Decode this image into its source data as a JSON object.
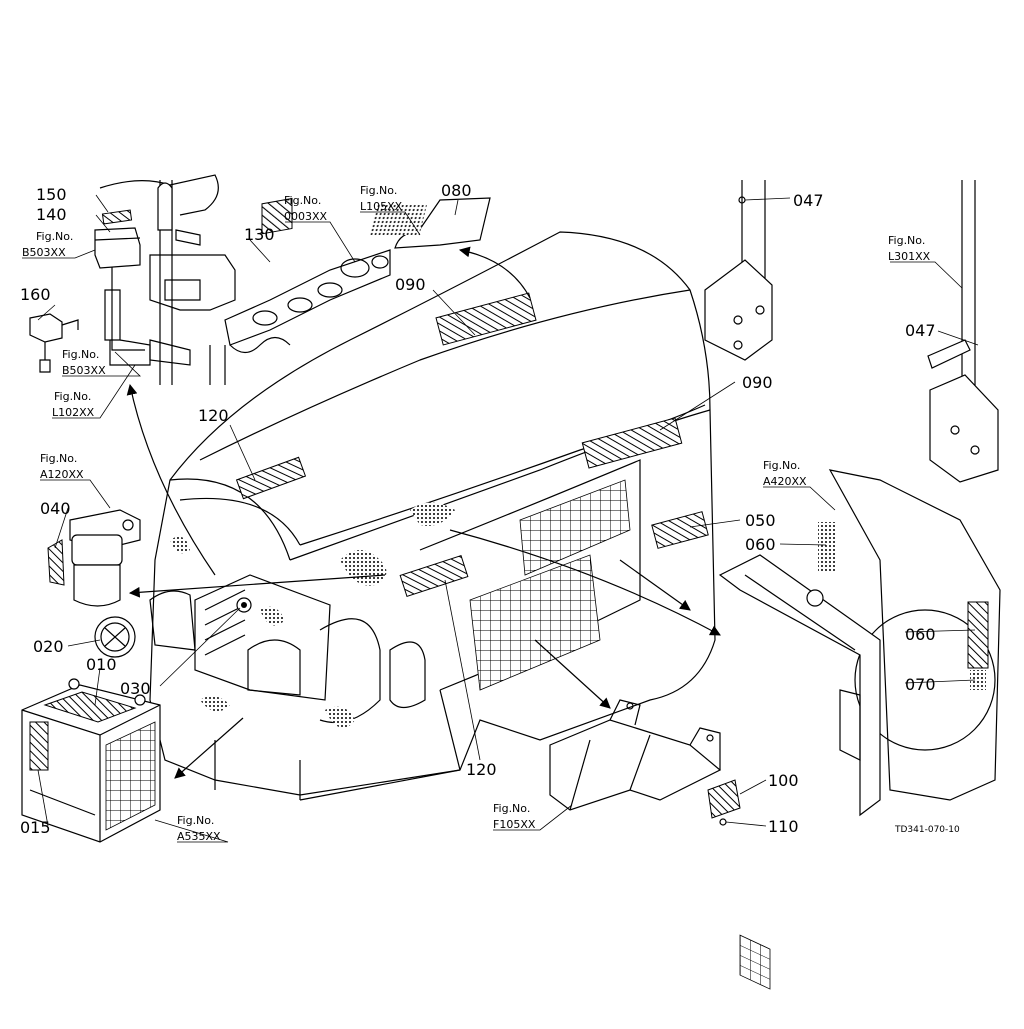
{
  "callouts": [
    {
      "id": "c150",
      "text": "150"
    },
    {
      "id": "c140",
      "text": "140"
    },
    {
      "id": "c160",
      "text": "160"
    },
    {
      "id": "c130",
      "text": "130"
    },
    {
      "id": "c080",
      "text": "080"
    },
    {
      "id": "c090a",
      "text": "090"
    },
    {
      "id": "c047a",
      "text": "047"
    },
    {
      "id": "c047b",
      "text": "047"
    },
    {
      "id": "c090b",
      "text": "090"
    },
    {
      "id": "c120a",
      "text": "120"
    },
    {
      "id": "c040",
      "text": "040"
    },
    {
      "id": "c050",
      "text": "050"
    },
    {
      "id": "c060a",
      "text": "060"
    },
    {
      "id": "c060b",
      "text": "060"
    },
    {
      "id": "c070",
      "text": "070"
    },
    {
      "id": "c020",
      "text": "020"
    },
    {
      "id": "c010",
      "text": "010"
    },
    {
      "id": "c030",
      "text": "030"
    },
    {
      "id": "c015",
      "text": "015"
    },
    {
      "id": "c120b",
      "text": "120"
    },
    {
      "id": "c100",
      "text": "100"
    },
    {
      "id": "c110",
      "text": "110"
    }
  ],
  "figure_refs": [
    {
      "id": "f1",
      "label": "Fig.No.",
      "code": "B503XX"
    },
    {
      "id": "f2",
      "label": "Fig.No.",
      "code": "B503XX"
    },
    {
      "id": "f3",
      "label": "Fig.No.",
      "code": "L102XX"
    },
    {
      "id": "f4",
      "label": "Fig.No.",
      "code": "0003XX"
    },
    {
      "id": "f5",
      "label": "Fig.No.",
      "code": "L105XX"
    },
    {
      "id": "f6",
      "label": "Fig.No.",
      "code": "L301XX"
    },
    {
      "id": "f7",
      "label": "Fig.No.",
      "code": "A120XX"
    },
    {
      "id": "f8",
      "label": "Fig.No.",
      "code": "A420XX"
    },
    {
      "id": "f9",
      "label": "Fig.No.",
      "code": "A535XX"
    },
    {
      "id": "f10",
      "label": "Fig.No.",
      "code": "F105XX"
    }
  ],
  "drawing_code": "TD341-070-10"
}
